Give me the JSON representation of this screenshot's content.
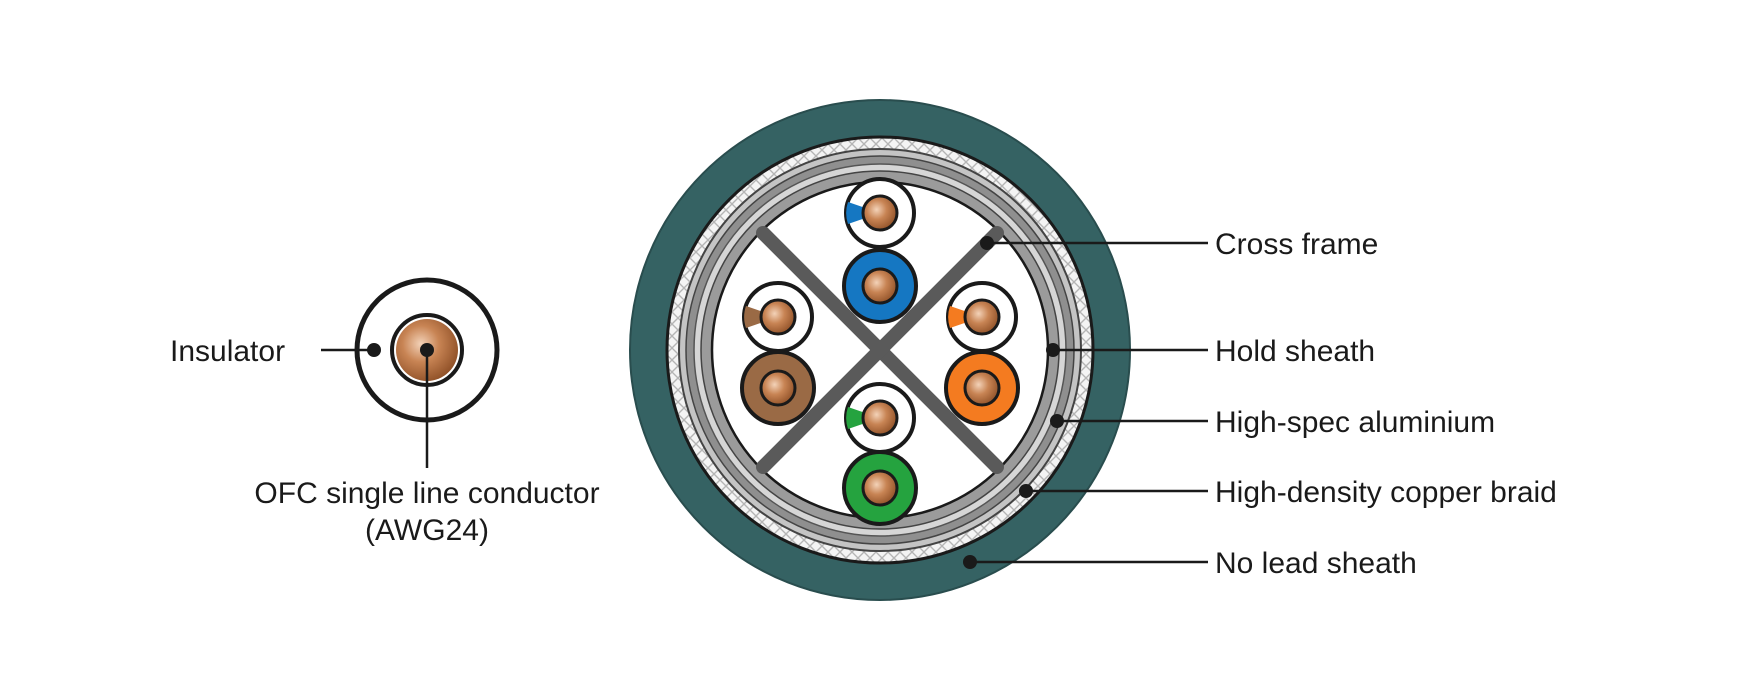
{
  "conductor_detail": {
    "insulator_label": "Insulator",
    "conductor_label_line1": "OFC single line conductor",
    "conductor_label_line2": "(AWG24)"
  },
  "cable_labels": {
    "cross_frame": "Cross frame",
    "hold_sheath": "Hold sheath",
    "aluminium": "High-spec aluminium",
    "copper_braid": "High-density copper braid",
    "outer_sheath": "No lead sheath"
  },
  "colors": {
    "outer_sheath": "#356263",
    "copper": "#b8713f",
    "pair_blue": "#1577c2",
    "pair_brown": "#9a6a45",
    "pair_orange": "#f47b20",
    "pair_green": "#25a33f",
    "cross_frame": "#5a5a5a",
    "shield_grey": "#9b9b9b"
  }
}
